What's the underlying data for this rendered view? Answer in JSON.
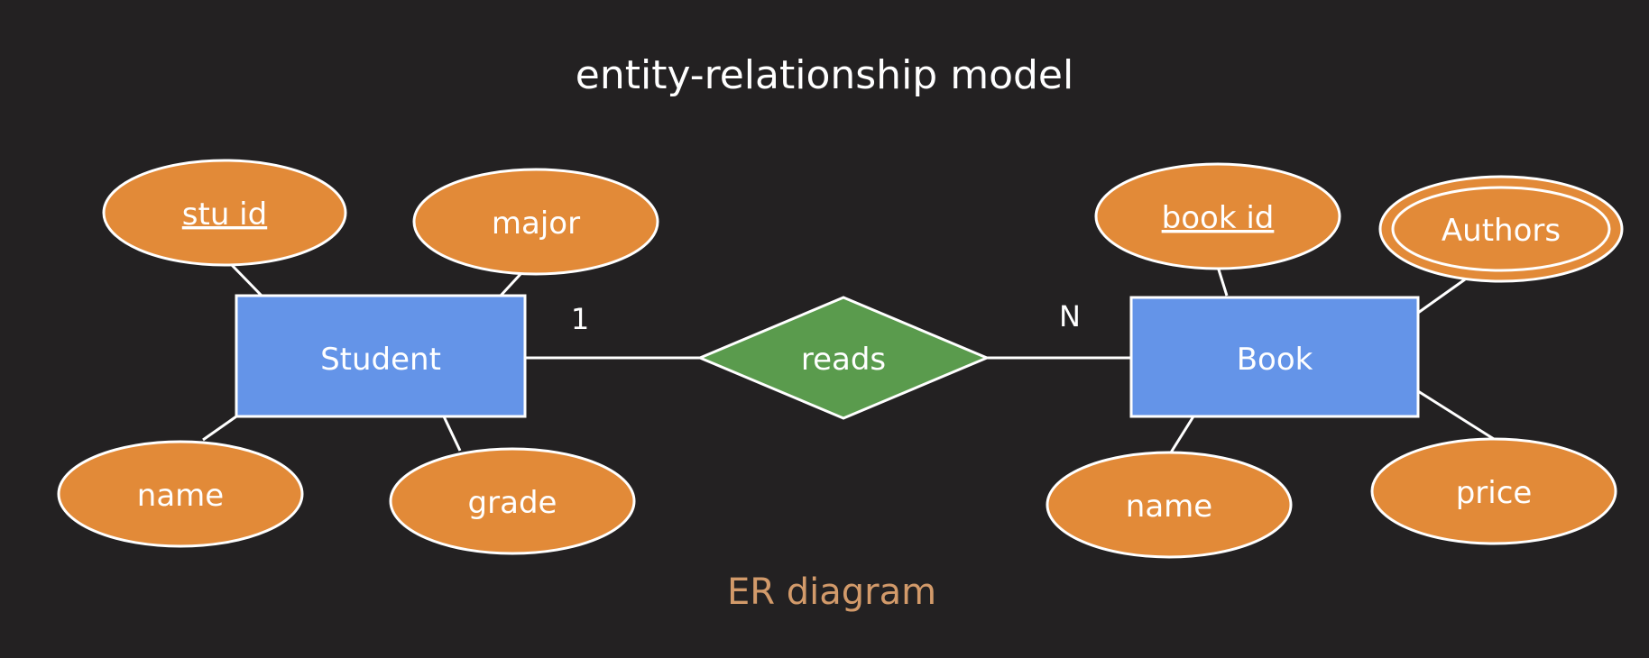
{
  "title": "entity-relationship model",
  "caption": "ER diagram",
  "colors": {
    "background": "#232122",
    "entity": "#6494e8",
    "relationship": "#5a9b4d",
    "attribute": "#e28a38",
    "caption": "#d29a6a",
    "stroke": "#ffffff"
  },
  "entities": {
    "student": "Student",
    "book": "Book"
  },
  "relationship": {
    "label": "reads",
    "cardinality_left": "1",
    "cardinality_right": "N"
  },
  "student_attributes": {
    "stu_id": "stu id",
    "major": "major",
    "name": "name",
    "grade": "grade"
  },
  "book_attributes": {
    "book_id": "book id",
    "authors": "Authors",
    "name": "name",
    "price": "price"
  }
}
